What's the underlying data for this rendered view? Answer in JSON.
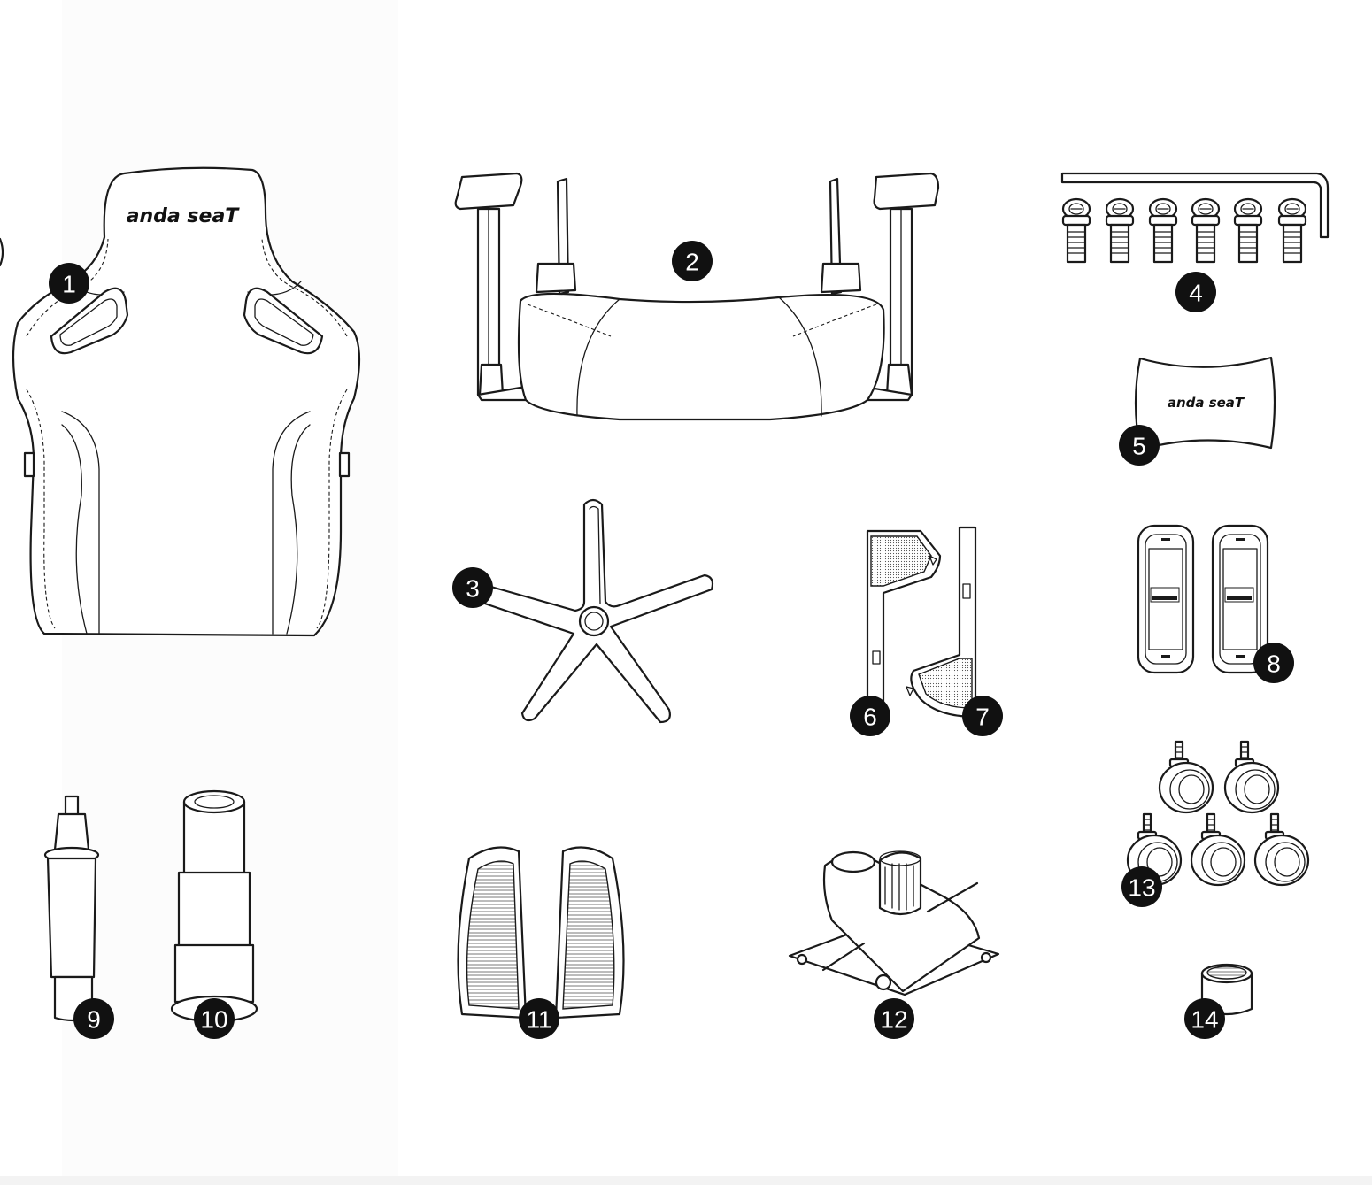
{
  "brand_text": "anda seaT",
  "parts": [
    {
      "id": "part-1",
      "label": "1",
      "name": "backrest"
    },
    {
      "id": "part-2",
      "label": "2",
      "name": "seat-with-armrests"
    },
    {
      "id": "part-3",
      "label": "3",
      "name": "star-base"
    },
    {
      "id": "part-4",
      "label": "4",
      "name": "screws-and-hex-key"
    },
    {
      "id": "part-5",
      "label": "5",
      "name": "lumbar-pillow"
    },
    {
      "id": "part-6",
      "label": "6",
      "name": "side-bracket-left"
    },
    {
      "id": "part-7",
      "label": "7",
      "name": "side-bracket-right"
    },
    {
      "id": "part-8",
      "label": "8",
      "name": "bracket-covers"
    },
    {
      "id": "part-9",
      "label": "9",
      "name": "gas-lift"
    },
    {
      "id": "part-10",
      "label": "10",
      "name": "gas-lift-cover"
    },
    {
      "id": "part-11",
      "label": "11",
      "name": "backrest-side-covers"
    },
    {
      "id": "part-12",
      "label": "12",
      "name": "tilt-mechanism"
    },
    {
      "id": "part-13",
      "label": "13",
      "name": "casters"
    },
    {
      "id": "part-14",
      "label": "14",
      "name": "cap"
    }
  ]
}
